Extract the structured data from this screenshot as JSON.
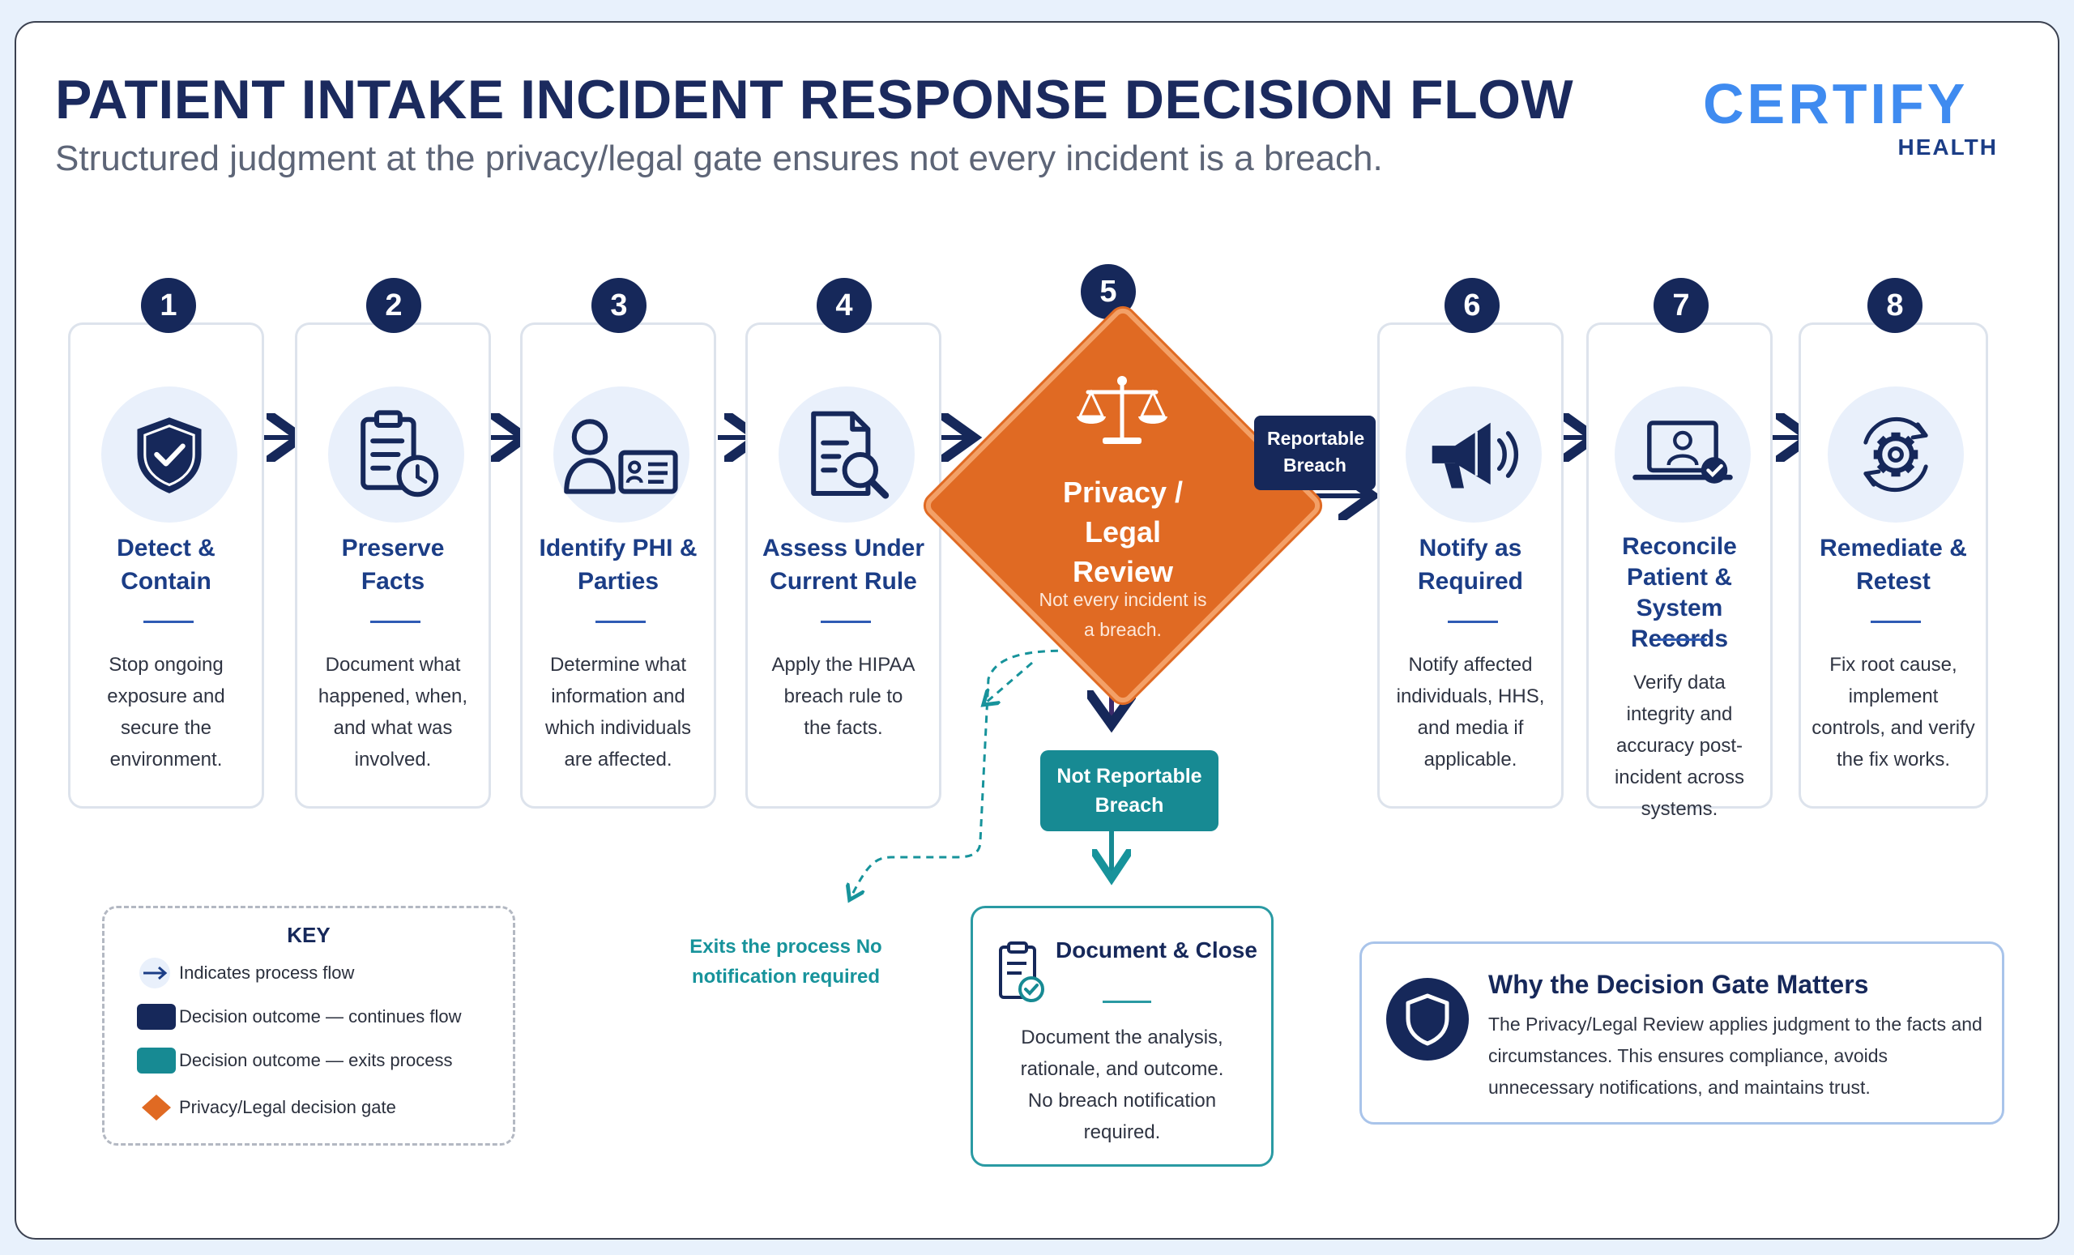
{
  "header": {
    "title": "PATIENT INTAKE INCIDENT RESPONSE DECISION FLOW",
    "subtitle": "Structured judgment at the privacy/legal gate ensures not every incident is a breach."
  },
  "logo": {
    "main": "CERTIFY",
    "sub": "HEALTH"
  },
  "steps": [
    {
      "number": "1",
      "title": "Detect & Contain",
      "description": "Stop ongoing exposure and secure the environment.",
      "icon": "shield-check-icon"
    },
    {
      "number": "2",
      "title": "Preserve Facts",
      "description": "Document what happened, when, and what was involved.",
      "icon": "clipboard-clock-icon"
    },
    {
      "number": "3",
      "title": "Identify PHI & Parties",
      "description": "Determine what information and which individuals are affected.",
      "icon": "person-id-card-icon"
    },
    {
      "number": "4",
      "title": "Assess Under Current Rule",
      "description": "Apply the HIPAA breach rule to the facts.",
      "icon": "document-magnifier-icon"
    },
    {
      "number": "6",
      "title": "Notify as Required",
      "description": "Notify affected individuals, HHS, and media if applicable.",
      "icon": "megaphone-icon"
    },
    {
      "number": "7",
      "title": "Reconcile Patient & System Records",
      "description": "Verify data integrity and accuracy post-incident across systems.",
      "icon": "laptop-user-check-icon"
    },
    {
      "number": "8",
      "title": "Remediate & Retest",
      "description": "Fix root cause, implement controls, and verify the fix works.",
      "icon": "gear-cycle-icon"
    }
  ],
  "decision": {
    "number": "5",
    "title": "Privacy / Legal Review",
    "subtitle": "Not every incident is a breach.",
    "icon": "scales-icon"
  },
  "outcomes": {
    "reportable": "Reportable Breach",
    "not_reportable": "Not Reportable Breach",
    "exits": "Exits the process No notification required"
  },
  "document_close": {
    "title": "Document & Close",
    "description": "Document the analysis, rationale, and outcome. No breach notification required.",
    "icon": "clipboard-check-icon"
  },
  "key": {
    "title": "KEY",
    "items": [
      {
        "label": "Indicates process flow",
        "symbol": "arrow"
      },
      {
        "label": "Decision outcome — continues flow",
        "symbol": "dark"
      },
      {
        "label": "Decision outcome — exits process",
        "symbol": "teal"
      },
      {
        "label": "Privacy/Legal decision gate",
        "symbol": "diamond"
      }
    ]
  },
  "why": {
    "title": "Why the Decision Gate Matters",
    "description": "The Privacy/Legal Review applies judgment to the facts and circumstances. This ensures compliance, avoids unnecessary notifications, and maintains trust.",
    "icon": "shield-icon"
  },
  "colors": {
    "navy": "#16285a",
    "heading_blue": "#1b3d86",
    "orange": "#e06a23",
    "teal": "#178a93",
    "logo_blue": "#3f8bf0"
  }
}
